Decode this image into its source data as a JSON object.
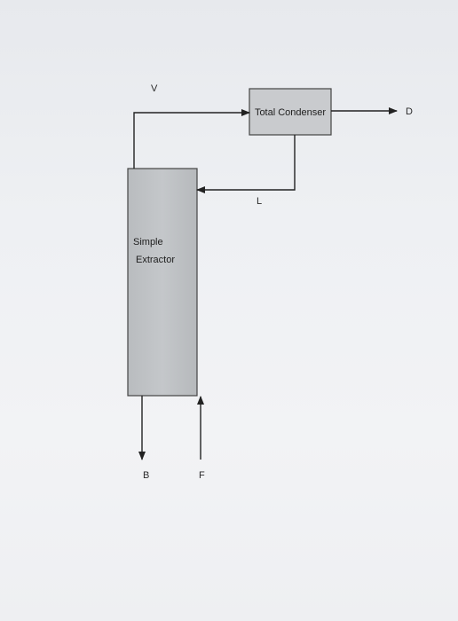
{
  "diagram": {
    "units": {
      "extractor": {
        "line1": "Simple",
        "line2": "Extractor"
      },
      "condenser": {
        "label": "Total Condenser"
      }
    },
    "streams": {
      "vapor": "V",
      "distillate": "D",
      "reflux": "L",
      "bottoms": "B",
      "feed": "F"
    }
  }
}
